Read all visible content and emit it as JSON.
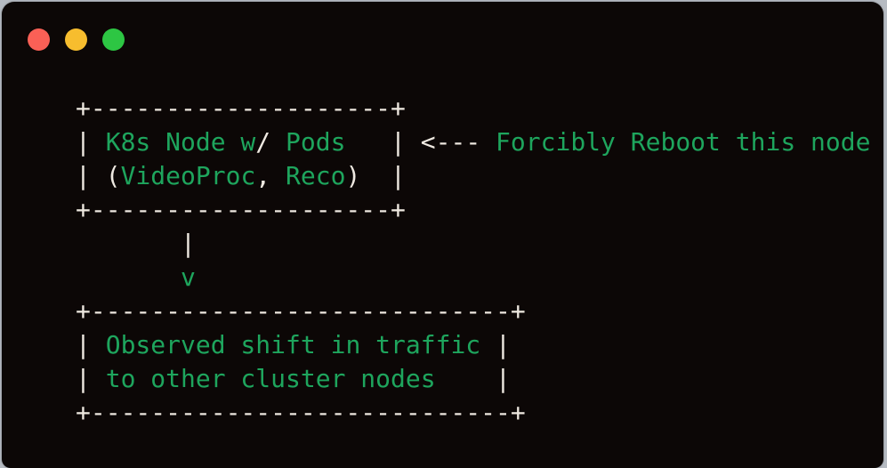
{
  "page": {
    "background_color": "#b6bbc2"
  },
  "window": {
    "background_color": "#0c0706",
    "controls": [
      {
        "name": "close",
        "color": "#fa6056"
      },
      {
        "name": "minimize",
        "color": "#f7bd2e"
      },
      {
        "name": "maximize",
        "color": "#2dc643"
      }
    ]
  },
  "colors": {
    "punctuation_white": "#efe9e1",
    "keyword_green": "#1ea55d"
  },
  "terminal": {
    "lines": [
      {
        "segments": [
          {
            "text": "+--------------------+",
            "color": "white"
          }
        ]
      },
      {
        "segments": [
          {
            "text": "| ",
            "color": "white"
          },
          {
            "text": "K8s Node w",
            "color": "green"
          },
          {
            "text": "/",
            "color": "white"
          },
          {
            "text": " Pods",
            "color": "green"
          },
          {
            "text": "   | <--- ",
            "color": "white"
          },
          {
            "text": "Forcibly Reboot this node",
            "color": "green"
          }
        ]
      },
      {
        "segments": [
          {
            "text": "| (",
            "color": "white"
          },
          {
            "text": "VideoProc",
            "color": "green"
          },
          {
            "text": ",",
            "color": "white"
          },
          {
            "text": " Reco",
            "color": "green"
          },
          {
            "text": ")  |",
            "color": "white"
          }
        ]
      },
      {
        "segments": [
          {
            "text": "+--------------------+",
            "color": "white"
          }
        ]
      },
      {
        "segments": [
          {
            "text": "       |",
            "color": "white"
          }
        ]
      },
      {
        "segments": [
          {
            "text": "       ",
            "color": "white"
          },
          {
            "text": "v",
            "color": "green"
          }
        ]
      },
      {
        "segments": [
          {
            "text": "+----------------------------+",
            "color": "white"
          }
        ]
      },
      {
        "segments": [
          {
            "text": "| ",
            "color": "white"
          },
          {
            "text": "Observed shift in traffic",
            "color": "green"
          },
          {
            "text": " |",
            "color": "white"
          }
        ]
      },
      {
        "segments": [
          {
            "text": "| ",
            "color": "white"
          },
          {
            "text": "to other cluster nodes",
            "color": "green"
          },
          {
            "text": "    |",
            "color": "white"
          }
        ]
      },
      {
        "segments": [
          {
            "text": "+----------------------------+",
            "color": "white"
          }
        ]
      }
    ]
  }
}
